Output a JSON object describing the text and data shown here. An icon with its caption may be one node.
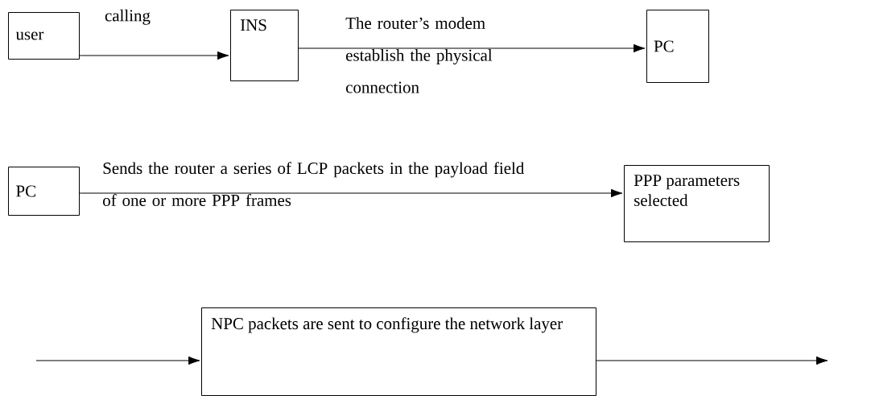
{
  "diagram": {
    "nodes": [
      {
        "text": [
          "user"
        ]
      },
      {
        "text": [
          "INS"
        ]
      },
      {
        "text": [
          "PC"
        ]
      },
      {
        "text": [
          "PC"
        ]
      },
      {
        "text": [
          "PPP parameters selected"
        ]
      },
      {
        "text": [
          "NPC packets are sent to configure the network layer"
        ]
      }
    ],
    "edges": [
      {
        "from": 0,
        "to": 1,
        "arrow": "to",
        "label": "calling"
      },
      {
        "from": 1,
        "to": 2,
        "arrow": "to",
        "label": "The router’s modem establish the physical connection"
      },
      {
        "from": 3,
        "to": 4,
        "arrow": "to",
        "label": "Sends the router a series of LCP packets in the payload field of one or more PPP frames"
      },
      {
        "from": null,
        "to": 5,
        "arrow": "to"
      },
      {
        "from": 5,
        "to": null,
        "arrow": "to"
      }
    ]
  }
}
